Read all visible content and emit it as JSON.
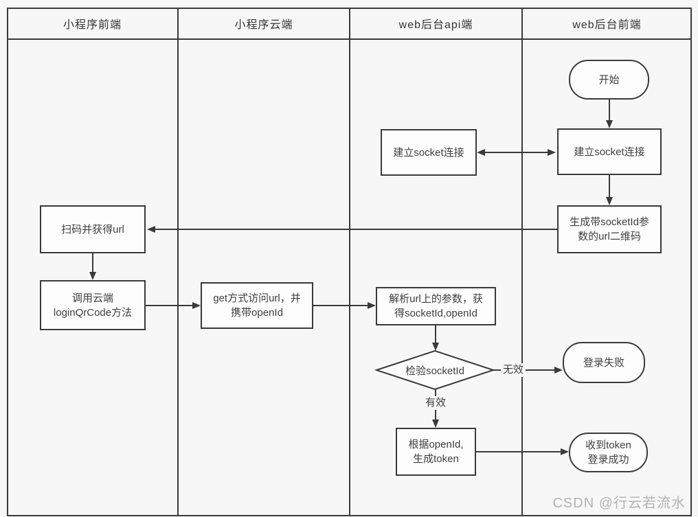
{
  "lanes": [
    {
      "label": "小程序前端"
    },
    {
      "label": "小程序云端"
    },
    {
      "label": "web后台api端"
    },
    {
      "label": "web后台前端"
    }
  ],
  "nodes": {
    "start": {
      "label": "开始",
      "shape": "rounded"
    },
    "api_socket": {
      "label": "建立socket连接",
      "shape": "rect"
    },
    "front_socket": {
      "label": "建立socket连接",
      "shape": "rect"
    },
    "gen_qrcode": {
      "lines": [
        "生成带socketId参",
        "数的url二维码"
      ],
      "shape": "rect"
    },
    "scan_url": {
      "label": "扫码并获得url",
      "shape": "rect"
    },
    "call_cloud": {
      "lines": [
        "调用云端",
        "loginQrCode方法"
      ],
      "shape": "rect"
    },
    "get_url": {
      "lines": [
        "get方式访问url，并",
        "携带openId"
      ],
      "shape": "rect"
    },
    "parse_url": {
      "lines": [
        "解析url上的参数，获",
        "得socketId,openId"
      ],
      "shape": "rect"
    },
    "check_socket": {
      "label": "检验socketId",
      "shape": "diamond"
    },
    "login_fail": {
      "label": "登录失败",
      "shape": "rounded"
    },
    "gen_token": {
      "lines": [
        "根据openId,",
        "生成token"
      ],
      "shape": "rect"
    },
    "login_success": {
      "lines": [
        "收到token",
        "登录成功"
      ],
      "shape": "rounded"
    }
  },
  "edge_labels": {
    "invalid": "无效",
    "valid": "有效"
  },
  "watermark": "CSDN @行云若流水",
  "colors": {
    "background": "#f7f7f7",
    "line": "#3a3a3a",
    "node_fill": "#fdfdfd",
    "text": "#3f3f3f",
    "watermark": "#b3b3b3"
  }
}
